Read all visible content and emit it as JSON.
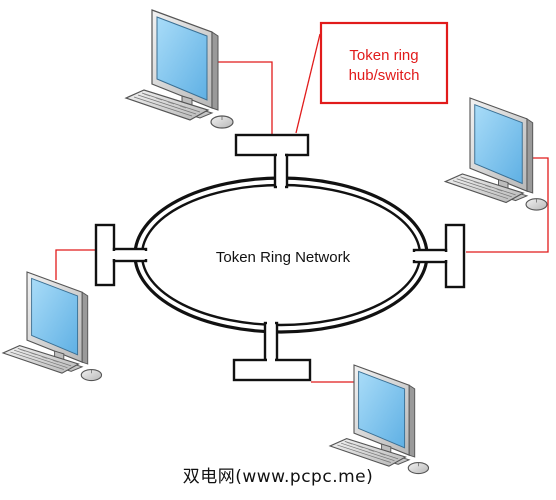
{
  "diagram": {
    "center_label": "Token Ring Network",
    "callout": {
      "line1": "Token ring",
      "line2": "hub/switch",
      "color": "#e11b1b"
    },
    "link_color": "#e11b1b",
    "monitor_screen_color": "#7cc3ee"
  },
  "watermark": "双电网(www.pcpc.me)"
}
